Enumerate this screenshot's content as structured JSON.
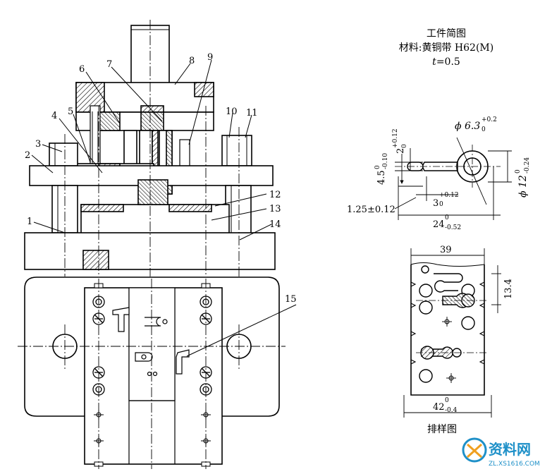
{
  "title_block": {
    "line1": "工件简图",
    "line2": "材料:黄铜带 H62(M)",
    "line3_italic": "t",
    "line3_rest": "=0.5"
  },
  "part_labels": [
    "1",
    "2",
    "3",
    "4",
    "5",
    "6",
    "7",
    "8",
    "9",
    "10",
    "11",
    "12",
    "13",
    "14",
    "15"
  ],
  "workpiece_dims": {
    "d_small_main": "4.5",
    "d_small_sup": "0",
    "d_small_sub": "-0.10",
    "d_20_main": "2",
    "d_20_sup": "+0.12",
    "d_20_sub": "0",
    "d_phi63_main": "ϕ 6.3",
    "d_phi63_sup": "+0.2",
    "d_phi63_sub": "0",
    "d_phi12_main": "ϕ 12",
    "d_phi12_sup": "0",
    "d_phi12_sub": "-0.24",
    "d_3_main": "3",
    "d_3_sup": "+0.12",
    "d_3_sub": "0",
    "d_125": "1.25±0.12",
    "d_24_main": "24",
    "d_24_sup": "0",
    "d_24_sub": "-0.52"
  },
  "strip_dims": {
    "d_39": "39",
    "d_134": "13.4",
    "d_42_main": "42",
    "d_42_sup": "0",
    "d_42_sub": "-0.4"
  },
  "layout_title": "排样图",
  "watermark": {
    "text": "资料网",
    "url": "ZL.XS1616.COM",
    "accent": "#1e90c8"
  }
}
